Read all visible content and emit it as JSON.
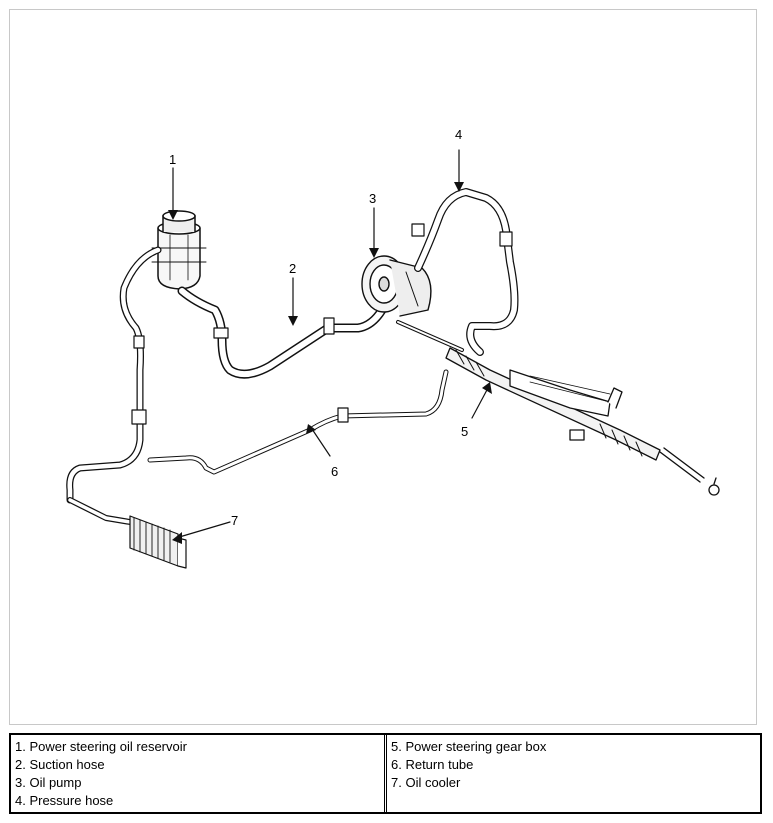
{
  "callouts": [
    "1",
    "2",
    "3",
    "4",
    "5",
    "6",
    "7"
  ],
  "legend": {
    "left": [
      "1. Power steering oil reservoir",
      "2. Suction hose",
      "3. Oil pump",
      "4. Pressure hose"
    ],
    "right": [
      "5. Power steering gear box",
      "6. Return tube",
      "7. Oil cooler"
    ]
  }
}
